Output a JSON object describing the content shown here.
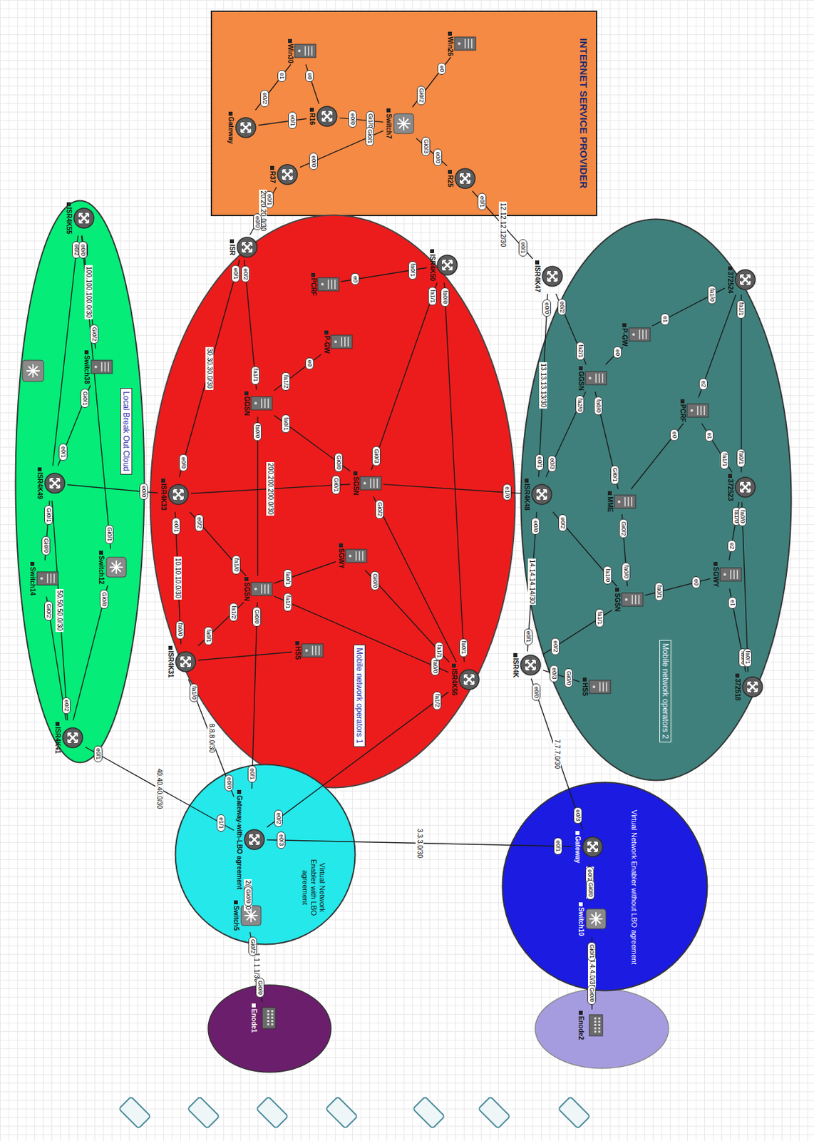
{
  "diagram": {
    "nodes": [
      {
        "text": [
          "INTERNET SERVICE PROVIDER"
        ]
      },
      {
        "text": [
          "Win30"
        ],
        "in": 0
      },
      {
        "text": [
          "Gateway"
        ],
        "in": 0
      },
      {
        "text": [
          "R16"
        ],
        "in": 0
      },
      {
        "text": [
          "Switch7"
        ],
        "in": 0
      },
      {
        "text": [
          "Win26"
        ],
        "in": 0
      },
      {
        "text": [
          "R37"
        ],
        "in": 0
      },
      {
        "text": [
          "R25"
        ],
        "in": 0
      },
      {
        "text": [
          "Mobile network operators 1"
        ]
      },
      {
        "text": [
          "ISR"
        ],
        "in": 8
      },
      {
        "text": [
          "PCRF"
        ],
        "in": 8
      },
      {
        "text": [
          "ISR4K50"
        ],
        "in": 8
      },
      {
        "text": [
          "P-GW"
        ],
        "in": 8
      },
      {
        "text": [
          "GGSN"
        ],
        "in": 8
      },
      {
        "text": [
          "ISR4K33"
        ],
        "in": 8
      },
      {
        "text": [
          "SGSN"
        ],
        "in": 8
      },
      {
        "text": [
          "SGWY"
        ],
        "in": 8
      },
      {
        "text": [
          "SGSN"
        ],
        "in": 8
      },
      {
        "text": [
          "HSS"
        ],
        "in": 8
      },
      {
        "text": [
          "ISR4K31"
        ],
        "in": 8
      },
      {
        "text": [
          "ISR4K56"
        ],
        "in": 8
      },
      {
        "text": [
          "Mobile network operators 2"
        ]
      },
      {
        "text": [
          "ISR4K47"
        ],
        "in": 21
      },
      {
        "text": [
          "P-GW"
        ],
        "in": 21
      },
      {
        "text": [
          "372524"
        ],
        "in": 21
      },
      {
        "text": [
          "GGSN"
        ],
        "in": 21
      },
      {
        "text": [
          "PCRF"
        ],
        "in": 21
      },
      {
        "text": [
          "ISR4K48"
        ],
        "in": 21
      },
      {
        "text": [
          "MME"
        ],
        "in": 21
      },
      {
        "text": [
          "372523"
        ],
        "in": 21
      },
      {
        "text": [
          "SGSN"
        ],
        "in": 21
      },
      {
        "text": [
          "SGWY"
        ],
        "in": 21
      },
      {
        "text": [
          "ISR4K"
        ],
        "in": 21
      },
      {
        "text": [
          "HSS"
        ],
        "in": 21
      },
      {
        "text": [
          "372518"
        ],
        "in": 21
      },
      {
        "text": [
          "Local Break Out Cloud"
        ]
      },
      {
        "text": [
          "ISR4K55"
        ],
        "in": 35
      },
      {
        "text": [
          "Switch38"
        ],
        "in": 35
      },
      {
        "text": [
          "ISR4K49"
        ],
        "in": 35
      },
      {
        "text": [
          "Switch12"
        ],
        "in": 35
      },
      {
        "text": [
          "Switch14"
        ],
        "in": 35
      },
      {
        "text": [
          "ISR4K41"
        ],
        "in": 35
      },
      {
        "text": [
          "Virtual Network Enabler with LBO agreement"
        ]
      },
      {
        "text": [
          "Gateway-with-LBO agreement"
        ],
        "in": 42
      },
      {
        "text": [
          "Switch5"
        ],
        "in": 42
      },
      {
        "text": [
          "Enode1"
        ]
      },
      {
        "text": [
          "Virtual Network Enabler without LBO agreement"
        ]
      },
      {
        "text": [
          "Gateway"
        ],
        "in": 46
      },
      {
        "text": [
          "Switch10"
        ],
        "in": 46
      },
      {
        "text": [
          "Enode2"
        ]
      }
    ],
    "edges": [
      {
        "from": 2,
        "to": 1,
        "arrow": "none"
      },
      {
        "from": 2,
        "to": 3,
        "arrow": "none"
      },
      {
        "from": 3,
        "to": 1,
        "arrow": "none"
      },
      {
        "from": 3,
        "to": 4,
        "arrow": "none"
      },
      {
        "from": 4,
        "to": 5,
        "arrow": "none"
      },
      {
        "from": 4,
        "to": 7,
        "arrow": "none"
      },
      {
        "from": 4,
        "to": 6,
        "arrow": "none"
      },
      {
        "from": 6,
        "to": 9,
        "arrow": "none",
        "label": "20.20.20.0/30"
      },
      {
        "from": 7,
        "to": 22,
        "arrow": "none",
        "label": "12.12.12.12/30"
      },
      {
        "from": 9,
        "to": 14,
        "arrow": "none",
        "label": "30.30.30.0/30"
      },
      {
        "from": 9,
        "to": 13,
        "arrow": "none"
      },
      {
        "from": 11,
        "to": 10,
        "arrow": "none"
      },
      {
        "from": 13,
        "to": 12,
        "arrow": "none"
      },
      {
        "from": 11,
        "to": 15,
        "arrow": "none"
      },
      {
        "from": 11,
        "to": 20,
        "arrow": "none"
      },
      {
        "from": 14,
        "to": 15,
        "arrow": "none",
        "label": "200.200.200.0/30"
      },
      {
        "from": 15,
        "to": 27,
        "arrow": "none"
      },
      {
        "from": 14,
        "to": 17,
        "arrow": "none"
      },
      {
        "from": 14,
        "to": 19,
        "arrow": "none",
        "label": "10.10.10.0/30"
      },
      {
        "from": 14,
        "to": 38,
        "arrow": "none"
      },
      {
        "from": 13,
        "to": 15,
        "arrow": "none"
      },
      {
        "from": 13,
        "to": 17,
        "arrow": "none"
      },
      {
        "from": 17,
        "to": 16,
        "arrow": "none"
      },
      {
        "from": 17,
        "to": 20,
        "arrow": "none"
      },
      {
        "from": 17,
        "to": 19,
        "arrow": "none"
      },
      {
        "from": 16,
        "to": 20,
        "arrow": "none"
      },
      {
        "from": 15,
        "to": 20,
        "arrow": "none"
      },
      {
        "from": 19,
        "to": 18,
        "arrow": "none"
      },
      {
        "from": 19,
        "to": 43,
        "arrow": "none",
        "label": "8.8.8.0/30"
      },
      {
        "from": 20,
        "to": 43,
        "arrow": "none"
      },
      {
        "from": 17,
        "to": 43,
        "arrow": "none"
      },
      {
        "from": 41,
        "to": 43,
        "arrow": "none",
        "label": "40.40.40.0/30"
      },
      {
        "from": 41,
        "to": 38,
        "arrow": "none",
        "label": "50.50.50.0/30"
      },
      {
        "from": 36,
        "to": 37,
        "arrow": "none",
        "label": "100.100.100.0/30"
      },
      {
        "from": 36,
        "to": 38,
        "arrow": "none"
      },
      {
        "from": 36,
        "to": 39,
        "arrow": "none"
      },
      {
        "from": 38,
        "to": 40,
        "arrow": "none"
      },
      {
        "from": 38,
        "to": 37,
        "arrow": "none"
      },
      {
        "from": 39,
        "to": 41,
        "arrow": "none"
      },
      {
        "from": 40,
        "to": 41,
        "arrow": "none"
      },
      {
        "from": 43,
        "to": 47,
        "arrow": "none",
        "label": "3.3.3.0/30"
      },
      {
        "from": 43,
        "to": 44,
        "arrow": "none",
        "label": "2.2.2.0/30"
      },
      {
        "from": 44,
        "to": 45,
        "arrow": "none",
        "label": "1.1.1.1/30"
      },
      {
        "from": 47,
        "to": 48,
        "arrow": "none",
        "label": "5.5.5.0/30"
      },
      {
        "from": 48,
        "to": 49,
        "arrow": "none",
        "label": "4.4.4.0/30"
      },
      {
        "from": 47,
        "to": 32,
        "arrow": "none",
        "label": "7.7.7.0/30"
      },
      {
        "from": 22,
        "to": 25,
        "arrow": "none"
      },
      {
        "from": 22,
        "to": 27,
        "arrow": "none",
        "label": "13.13.13.13/30"
      },
      {
        "from": 23,
        "to": 24,
        "arrow": "none"
      },
      {
        "from": 25,
        "to": 23,
        "arrow": "none"
      },
      {
        "from": 25,
        "to": 27,
        "arrow": "none"
      },
      {
        "from": 25,
        "to": 28,
        "arrow": "none"
      },
      {
        "from": 24,
        "to": 29,
        "arrow": "none"
      },
      {
        "from": 26,
        "to": 29,
        "arrow": "none"
      },
      {
        "from": 26,
        "to": 28,
        "arrow": "none"
      },
      {
        "from": 26,
        "to": 24,
        "arrow": "none"
      },
      {
        "from": 27,
        "to": 32,
        "arrow": "none",
        "label": "14.14.14.14/30"
      },
      {
        "from": 27,
        "to": 30,
        "arrow": "none"
      },
      {
        "from": 28,
        "to": 30,
        "arrow": "none"
      },
      {
        "from": 30,
        "to": 31,
        "arrow": "none"
      },
      {
        "from": 31,
        "to": 29,
        "arrow": "none"
      },
      {
        "from": 31,
        "to": 34,
        "arrow": "none"
      },
      {
        "from": 29,
        "to": 34,
        "arrow": "none"
      },
      {
        "from": 32,
        "to": 30,
        "arrow": "none"
      },
      {
        "from": 32,
        "to": 33,
        "arrow": "none"
      }
    ],
    "labels": [
      "e0/2",
      "e1",
      "e0/1",
      "e0",
      "e0/0",
      "Gi1/0",
      "Gi0/2",
      "e0",
      "Gi0/3",
      "e0/0",
      "Gi0/1",
      "e0/0",
      "e0/1",
      "e0/0",
      "e0/1",
      "e0/1",
      "e0/1",
      "e0/0",
      "e0/2",
      "fa1/1",
      "fa0/1",
      "e0",
      "fa1/2",
      "e0",
      "fa1/1",
      "Gi0/3",
      "fa0/0",
      "fa0/1",
      "Gi0/1",
      "e1/0",
      "e0/2",
      "fa1/0",
      "e0/1",
      "fa0/0",
      "e0/0",
      "fa0/1",
      "Gi0/0",
      "fa0/0",
      "fa0/1",
      "fa1/1",
      "fa0/0",
      "fa1/2",
      "fa0/1",
      "Gi0/0",
      "fa1/1",
      "Gi0/2",
      "fa1/0",
      "e0/0",
      "fa1/2",
      "e0/2",
      "Gi0/0",
      "e0/1",
      "e0/1",
      "e1/1",
      "e0/2",
      "e0/1",
      "Gi0/2",
      "e0/2",
      "e0/0",
      "Gi0/1",
      "Gi0/1",
      "Gi0/0",
      "e0/1",
      "Gi0/1",
      "Gi0/0",
      "Gi0/2",
      "e0/3",
      "e0/1",
      "e1/0",
      "Gi0/0",
      "Gi0/2",
      "Gi0/0",
      "e0/2",
      "Gi0/0",
      "Gi0/1",
      "Gi0/0",
      "e0/3",
      "e0/0",
      "e0/2",
      "fa2/1",
      "e0/0",
      "e0/1",
      "e1",
      "fa1/0",
      "e0",
      "fa2/0",
      "e0/3",
      "fa0/0",
      "Gi0/1",
      "fa1/1",
      "fa0/1",
      "e1",
      "fa1/1",
      "e0",
      "e2",
      "e0/0",
      "e0/1",
      "e0/2",
      "fa1/0",
      "Gi0/2",
      "fa0/0",
      "fa0/1",
      "e0",
      "e2",
      "fa1/0",
      "e1",
      "fa0/0",
      "fa0/0",
      "fa0/1",
      "e0/2",
      "fa1/1",
      "e0/3",
      "Gi0/0"
    ]
  }
}
